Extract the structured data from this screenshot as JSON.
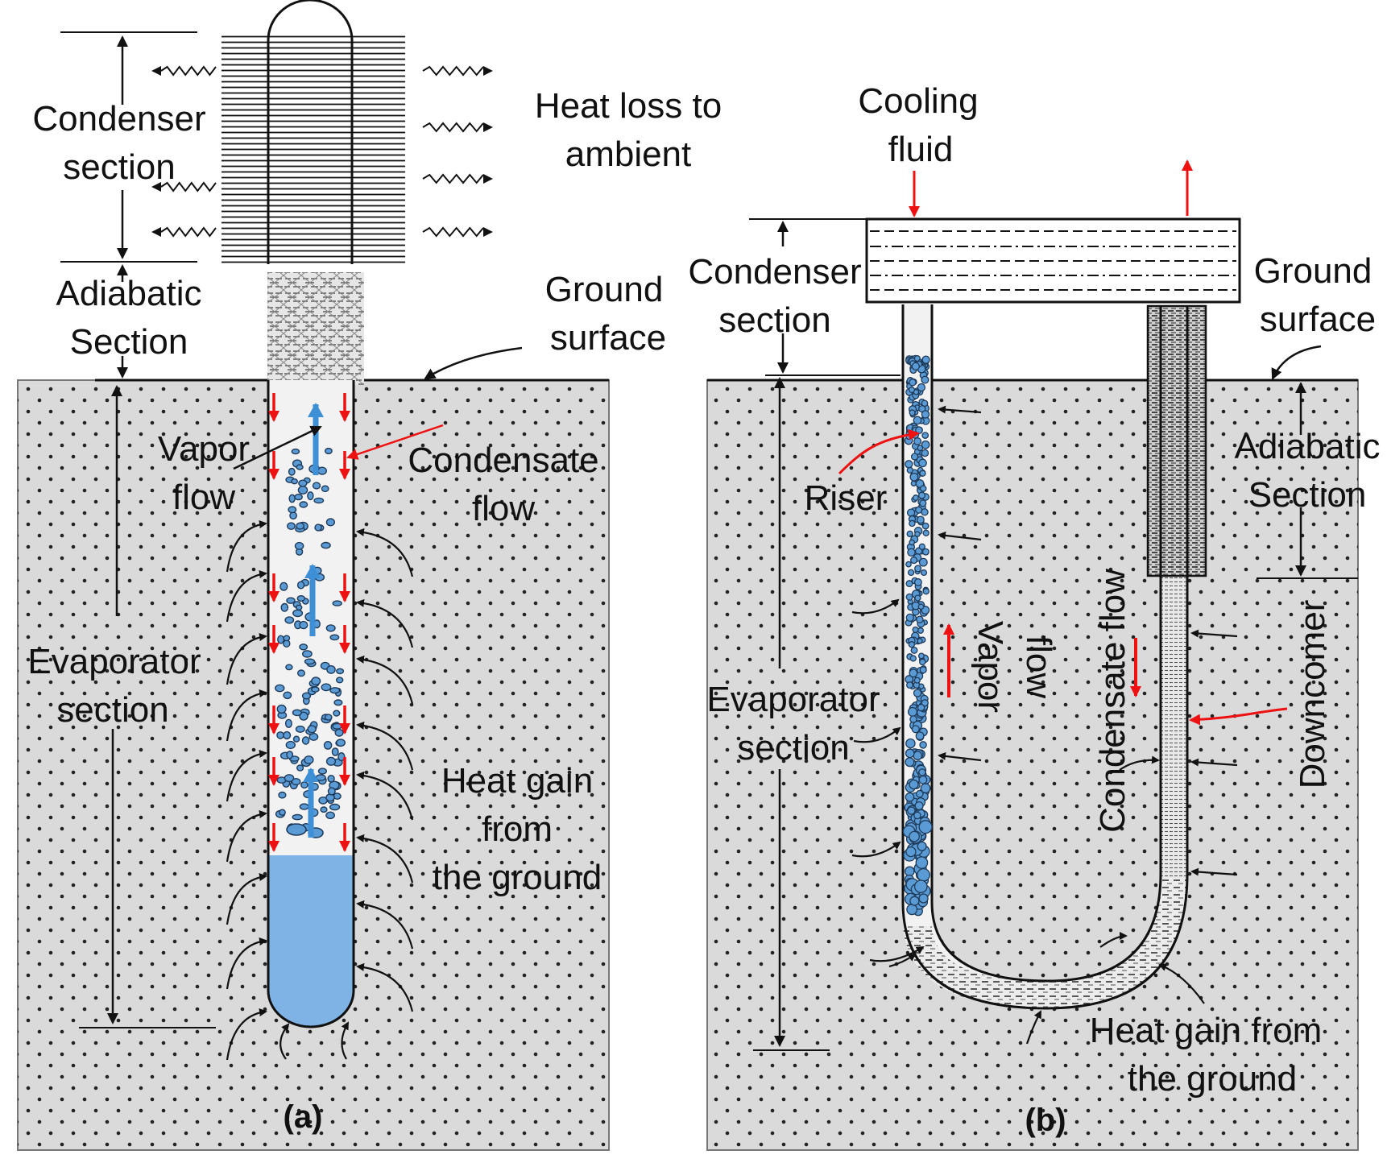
{
  "colors": {
    "ground_fill": "#dadada",
    "liquid": "#7fb2e5",
    "vapor_arrow": "#3d8fd6",
    "condensate_arrow": "#ee1111",
    "outline": "#111111",
    "bubble_fill": "#5b9bd5",
    "bubble_stroke": "#1f3b5a"
  },
  "panel_a": {
    "caption": "(a)",
    "labels": {
      "condenser": [
        "Condenser",
        "section"
      ],
      "heat_loss": [
        "Heat loss to",
        "ambient"
      ],
      "adiabatic": [
        "Adiabatic",
        "Section"
      ],
      "ground": [
        "Ground",
        "surface"
      ],
      "vapor": [
        "Vapor",
        "flow"
      ],
      "condensate": [
        "Condensate",
        "flow"
      ],
      "evaporator": [
        "Evaporator",
        "section"
      ],
      "heat_gain": [
        "Heat gain",
        "from",
        "the ground"
      ]
    }
  },
  "panel_b": {
    "caption": "(b)",
    "labels": {
      "cooling": [
        "Cooling",
        "fluid"
      ],
      "condenser": [
        "Condenser",
        "section"
      ],
      "ground": [
        "Ground",
        "surface"
      ],
      "adiabatic": [
        "Adiabatic",
        "Section"
      ],
      "riser": "Riser",
      "vapor": [
        "Vapor",
        "flow"
      ],
      "condensate": "Condensate flow",
      "downcomer": "Downcomer",
      "evaporator": [
        "Evaporator",
        "section"
      ],
      "heat_gain": [
        "Heat gain from",
        "the ground"
      ]
    }
  }
}
